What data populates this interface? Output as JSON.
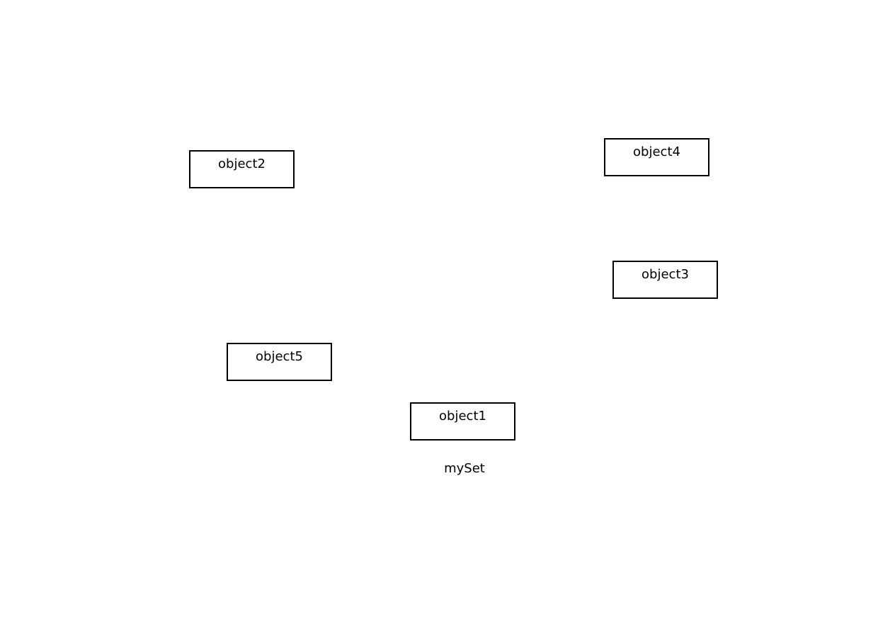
{
  "diagram": {
    "set_label": "mySet",
    "objects": [
      {
        "label": "object2"
      },
      {
        "label": "object4"
      },
      {
        "label": "object3"
      },
      {
        "label": "object5"
      },
      {
        "label": "object1"
      }
    ]
  }
}
